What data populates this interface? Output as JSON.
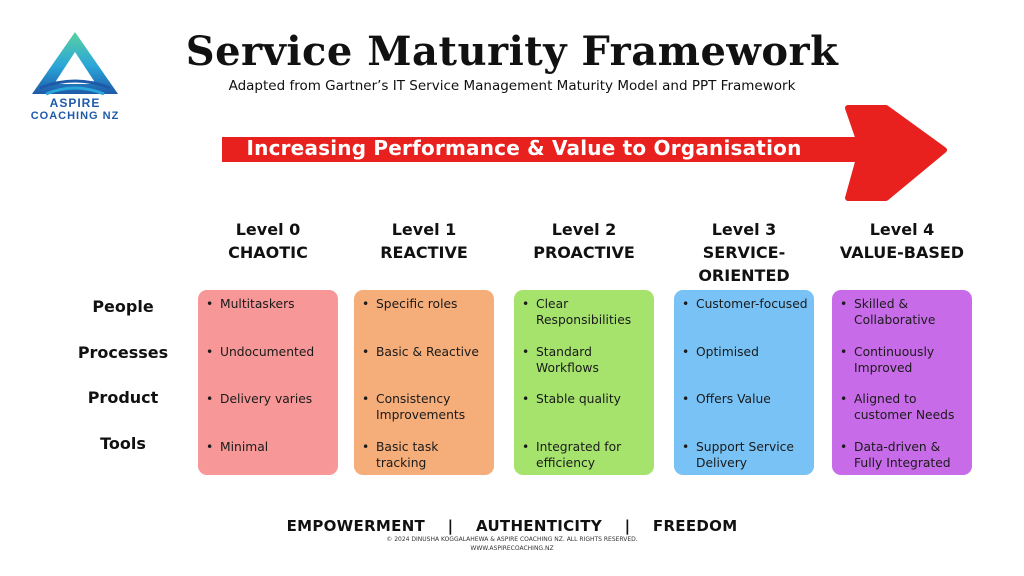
{
  "logo": {
    "line1": "ASPIRE",
    "line2": "COACHING NZ"
  },
  "title": "Service Maturity Framework",
  "subtitle": "Adapted from Gartner’s IT Service Management Maturity Model and PPT Framework",
  "arrow_label": "Increasing Performance & Value to Organisation",
  "row_labels": [
    "People",
    "Processes",
    "Product",
    "Tools"
  ],
  "levels": [
    {
      "level": "Level 0",
      "name": "CHAOTIC",
      "color": "#f89797",
      "items": [
        "Multitaskers",
        "Undocumented",
        "Delivery varies",
        "Minimal"
      ]
    },
    {
      "level": "Level 1",
      "name": "REACTIVE",
      "color": "#f5ad7a",
      "items": [
        "Specific roles",
        "Basic & Reactive",
        "Consistency Improvements",
        "Basic task tracking"
      ]
    },
    {
      "level": "Level 2",
      "name": "PROACTIVE",
      "color": "#a5e36d",
      "items": [
        "Clear Responsibilities",
        "Standard Workflows",
        "Stable quality",
        "Integrated for efficiency"
      ]
    },
    {
      "level": "Level 3",
      "name": "SERVICE-ORIENTED",
      "name_line1": "SERVICE-",
      "name_line2": "ORIENTED",
      "color": "#78c2f5",
      "items": [
        "Customer-focused",
        "Optimised",
        "Offers Value",
        "Support Service Delivery"
      ]
    },
    {
      "level": "Level 4",
      "name": "VALUE-BASED",
      "color": "#c86be8",
      "items": [
        "Skilled & Collaborative",
        "Continuously Improved",
        "Aligned to customer Needs",
        "Data-driven & Fully Integrated"
      ]
    }
  ],
  "values_line": "EMPOWERMENT   |   AUTHENTICITY   |   FREEDOM",
  "copyright": "© 2024 DINUSHA KOGGALAHEWA & ASPIRE COACHING NZ. ALL RIGHTS RESERVED.",
  "website": "WWW.ASPIRECOACHING.NZ",
  "colors": {
    "arrow": "#e8201e",
    "logo_blue": "#1e5aa8",
    "logo_teal": "#37c2c7"
  }
}
